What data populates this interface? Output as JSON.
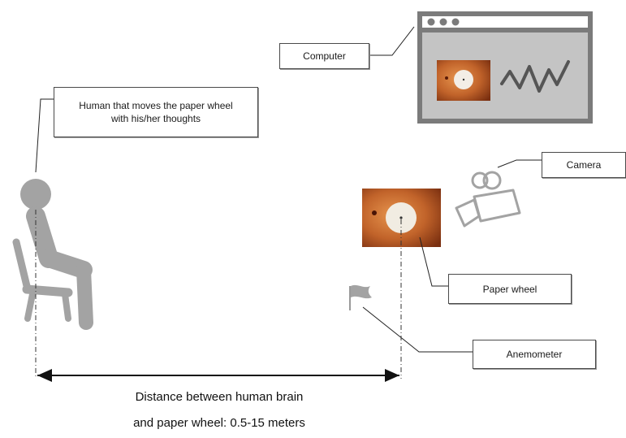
{
  "labels": {
    "computer": "Computer",
    "human": "Human that moves the paper wheel with his/her thoughts",
    "camera": "Camera",
    "paper_wheel": "Paper wheel",
    "anemometer": "Anemometer"
  },
  "caption": {
    "line1": "Distance between human brain",
    "line2": "and paper wheel: 0.5-15 meters"
  },
  "colors": {
    "icon_gray": "#a3a3a3",
    "monitor_frame": "#7b7b7b",
    "monitor_screen": "#c4c4c4",
    "wood": "#b85a22"
  }
}
